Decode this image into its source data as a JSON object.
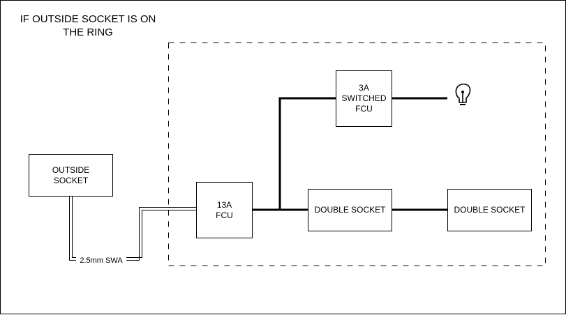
{
  "title": {
    "lines": [
      "IF OUTSIDE SOCKET IS ON",
      "THE RING"
    ]
  },
  "nodes": {
    "outside_socket": {
      "lines": [
        "OUTSIDE",
        "SOCKET"
      ]
    },
    "fcu_13a": {
      "lines": [
        "13A",
        "FCU"
      ]
    },
    "switched_fcu_3a": {
      "lines": [
        "3A",
        "SWITCHED",
        "FCU"
      ]
    },
    "double_socket_1": {
      "lines": [
        "DOUBLE SOCKET"
      ]
    },
    "double_socket_2": {
      "lines": [
        "DOUBLE SOCKET"
      ]
    }
  },
  "cable": {
    "label": "2.5mm SWA"
  },
  "lamp": {
    "icon": "lightbulb-icon"
  },
  "colors": {
    "stroke": "#000000",
    "background": "#ffffff"
  }
}
